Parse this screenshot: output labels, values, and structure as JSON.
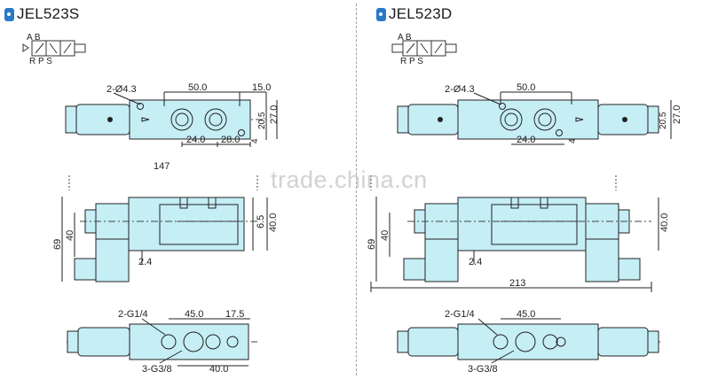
{
  "left": {
    "title": "JEL523S",
    "symbol": {
      "top_ports": "A B",
      "bottom_ports": "R P S"
    },
    "top_view": {
      "holes": "2-Ø4.3",
      "d1": "50.0",
      "d2": "15.0",
      "d3": "24.0",
      "d4": "28.0",
      "d5": "20.5",
      "d6": "27.0",
      "d7": "4"
    },
    "front_view": {
      "d_top": "147",
      "d_a": "69",
      "d_b": "40",
      "d_c": "6.5",
      "d_d": "40.0",
      "d_e": "2.4"
    },
    "bottom_view": {
      "ports1": "2-G1/4",
      "ports2": "3-G3/8",
      "d1": "45.0",
      "d2": "17.5",
      "d3": "40.0"
    }
  },
  "right": {
    "title": "JEL523D",
    "symbol": {
      "top_ports": "A B",
      "bottom_ports": "R P S"
    },
    "top_view": {
      "holes": "2-Ø4.3",
      "d1": "50.0",
      "d3": "24.0",
      "d5": "20.5",
      "d6": "27.0",
      "d7": "4"
    },
    "front_view": {
      "d_a": "69",
      "d_b": "40",
      "d_d": "40.0",
      "d_e": "2.4",
      "d_len": "213"
    },
    "bottom_view": {
      "ports1": "2-G1/4",
      "ports2": "3-G3/8",
      "d1": "45.0"
    }
  },
  "watermark": "trade.china.cn",
  "colors": {
    "body_fill": "#c5eef5",
    "line": "#222222",
    "accent": "#2a78c9"
  }
}
